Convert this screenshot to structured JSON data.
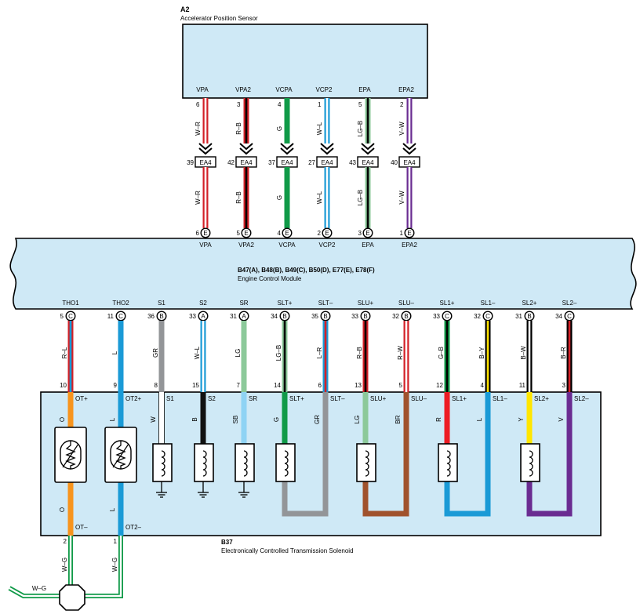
{
  "a2": {
    "id": "A2",
    "name": "Accelerator Position Sensor"
  },
  "ecm": {
    "connectors": "B47(A), B48(B), B49(C), B50(D), E77(E), E78(F)",
    "name": "Engine Control Module"
  },
  "b37": {
    "id": "B37",
    "name": "Electronically Controlled Transmission Solenoid"
  },
  "connector_ea4": "EA4",
  "upper_wires": [
    {
      "sensor_pin": "VPA",
      "sensor_num": "6",
      "color_label": "W–R",
      "ea4_num": "39",
      "ecm_num": "6",
      "ecm_letter": "E",
      "ecm_pin": "VPA",
      "colors": [
        "#d32027",
        "#ffffff"
      ]
    },
    {
      "sensor_pin": "VPA2",
      "sensor_num": "3",
      "color_label": "R–B",
      "ea4_num": "42",
      "ecm_num": "5",
      "ecm_letter": "E",
      "ecm_pin": "VPA2",
      "colors": [
        "#d32027",
        "#000000"
      ]
    },
    {
      "sensor_pin": "VCPA",
      "sensor_num": "4",
      "color_label": "G",
      "ea4_num": "37",
      "ecm_num": "4",
      "ecm_letter": "E",
      "ecm_pin": "VCPA",
      "colors": [
        "#109a48"
      ]
    },
    {
      "sensor_pin": "VCP2",
      "sensor_num": "1",
      "color_label": "W–L",
      "ea4_num": "27",
      "ecm_num": "2",
      "ecm_letter": "E",
      "ecm_pin": "VCP2",
      "colors": [
        "#1a9ad6",
        "#ffffff"
      ]
    },
    {
      "sensor_pin": "EPA",
      "sensor_num": "5",
      "color_label": "LG–B",
      "ea4_num": "43",
      "ecm_num": "3",
      "ecm_letter": "E",
      "ecm_pin": "EPA",
      "colors": [
        "#8cc99a",
        "#000000"
      ]
    },
    {
      "sensor_pin": "EPA2",
      "sensor_num": "2",
      "color_label": "V–W",
      "ea4_num": "40",
      "ecm_num": "1",
      "ecm_letter": "E",
      "ecm_pin": "EPA2",
      "colors": [
        "#6a2c91",
        "#ffffff"
      ]
    }
  ],
  "lower_wires": [
    {
      "ecm_pin": "THO1",
      "ecm_num": "5",
      "ecm_letter": "C",
      "color_label": "R–L",
      "b37_num": "10",
      "b37_label": "OT+",
      "inner_label": "O",
      "colors": [
        "#d32027",
        "#1a9ad6"
      ]
    },
    {
      "ecm_pin": "THO2",
      "ecm_num": "11",
      "ecm_letter": "C",
      "color_label": "L",
      "b37_num": "9",
      "b37_label": "OT2+",
      "inner_label": "L",
      "colors": [
        "#1a9ad6"
      ]
    },
    {
      "ecm_pin": "S1",
      "ecm_num": "36",
      "ecm_letter": "B",
      "color_label": "GR",
      "b37_num": "8",
      "b37_label": "S1",
      "inner_label": "W",
      "colors": [
        "#939598"
      ]
    },
    {
      "ecm_pin": "S2",
      "ecm_num": "33",
      "ecm_letter": "A",
      "color_label": "W–L",
      "b37_num": "15",
      "b37_label": "S2",
      "inner_label": "B",
      "colors": [
        "#1a9ad6",
        "#ffffff"
      ]
    },
    {
      "ecm_pin": "SR",
      "ecm_num": "31",
      "ecm_letter": "A",
      "color_label": "LG",
      "b37_num": "7",
      "b37_label": "SR",
      "inner_label": "SB",
      "colors": [
        "#8cc99a"
      ]
    },
    {
      "ecm_pin": "SLT+",
      "ecm_num": "34",
      "ecm_letter": "B",
      "color_label": "LG–B",
      "b37_num": "14",
      "b37_label": "SLT+",
      "inner_label": "G",
      "colors": [
        "#8cc99a",
        "#000000"
      ]
    },
    {
      "ecm_pin": "SLT–",
      "ecm_num": "35",
      "ecm_letter": "B",
      "color_label": "L–R",
      "b37_num": "6",
      "b37_label": "SLT–",
      "inner_label": "GR",
      "colors": [
        "#1a9ad6",
        "#d32027"
      ]
    },
    {
      "ecm_pin": "SLU+",
      "ecm_num": "33",
      "ecm_letter": "B",
      "color_label": "R–B",
      "b37_num": "13",
      "b37_label": "SLU+",
      "inner_label": "LG",
      "colors": [
        "#d32027",
        "#000000"
      ]
    },
    {
      "ecm_pin": "SLU–",
      "ecm_num": "32",
      "ecm_letter": "B",
      "color_label": "R–W",
      "b37_num": "5",
      "b37_label": "SLU–",
      "inner_label": "BR",
      "colors": [
        "#d32027",
        "#ffffff"
      ]
    },
    {
      "ecm_pin": "SL1+",
      "ecm_num": "33",
      "ecm_letter": "C",
      "color_label": "G–B",
      "b37_num": "12",
      "b37_label": "SL1+",
      "inner_label": "R",
      "colors": [
        "#109a48",
        "#000000"
      ]
    },
    {
      "ecm_pin": "SL1–",
      "ecm_num": "32",
      "ecm_letter": "C",
      "color_label": "B–Y",
      "b37_num": "4",
      "b37_label": "SL1–",
      "inner_label": "L",
      "colors": [
        "#000000",
        "#ffe000"
      ]
    },
    {
      "ecm_pin": "SL2+",
      "ecm_num": "31",
      "ecm_letter": "B",
      "color_label": "B–W",
      "b37_num": "11",
      "b37_label": "SL2+",
      "inner_label": "Y",
      "colors": [
        "#000000",
        "#ffffff"
      ]
    },
    {
      "ecm_pin": "SL2–",
      "ecm_num": "34",
      "ecm_letter": "C",
      "color_label": "B–R",
      "b37_num": "3",
      "b37_label": "SL2–",
      "inner_label": "V",
      "colors": [
        "#000000",
        "#d32027"
      ]
    }
  ],
  "inner_colors": [
    "#f7941d",
    "#1a9ad6",
    "#ffffff",
    "#111111",
    "#8fd3f4",
    "#109a48",
    "#939598",
    "#8cc99a",
    "#a0522d",
    "#ed1c24",
    "#1a9ad6",
    "#ffe600",
    "#6a2c91"
  ],
  "ground_wires": [
    {
      "num": "2",
      "color_label": "W–G"
    },
    {
      "num": "1",
      "color_label": "W–G"
    }
  ],
  "ground_lead_label": "W–G",
  "colors": {
    "module_fill": "#cfe9f6",
    "wire_green": "#109a48"
  }
}
